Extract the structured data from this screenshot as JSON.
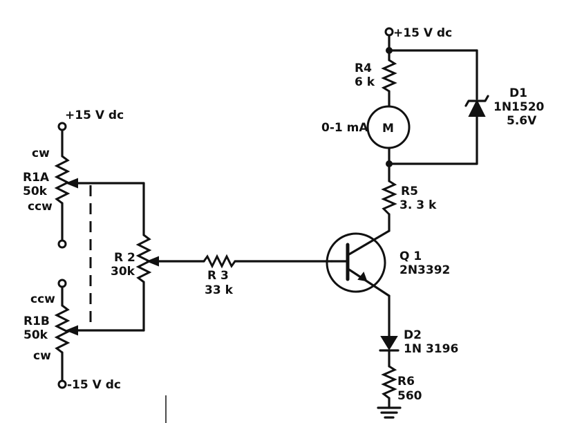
{
  "supply_top_left": "+15 V dc",
  "supply_top_right": "+15 V dc",
  "supply_bottom_left": "-15 V dc",
  "r1a": {
    "name": "R1A",
    "value": "50k",
    "cw": "cw",
    "ccw": "ccw"
  },
  "r1b": {
    "name": "R1B",
    "value": "50k",
    "cw": "cw",
    "ccw": "ccw"
  },
  "r2": {
    "name": "R 2",
    "value": "30k"
  },
  "r3": {
    "name": "R 3",
    "value": "33 k"
  },
  "r4": {
    "name": "R4",
    "value": "6 k"
  },
  "r5": {
    "name": "R5",
    "value": "3. 3 k"
  },
  "r6": {
    "name": "R6",
    "value": "560"
  },
  "meter": {
    "range": "0-1 mA",
    "symbol": "M"
  },
  "d1": {
    "name": "D1",
    "part": "1N1520",
    "rating": "5.6V"
  },
  "d2": {
    "name": "D2",
    "part": "1N 3196"
  },
  "q1": {
    "name": "Q 1",
    "part": "2N3392"
  }
}
